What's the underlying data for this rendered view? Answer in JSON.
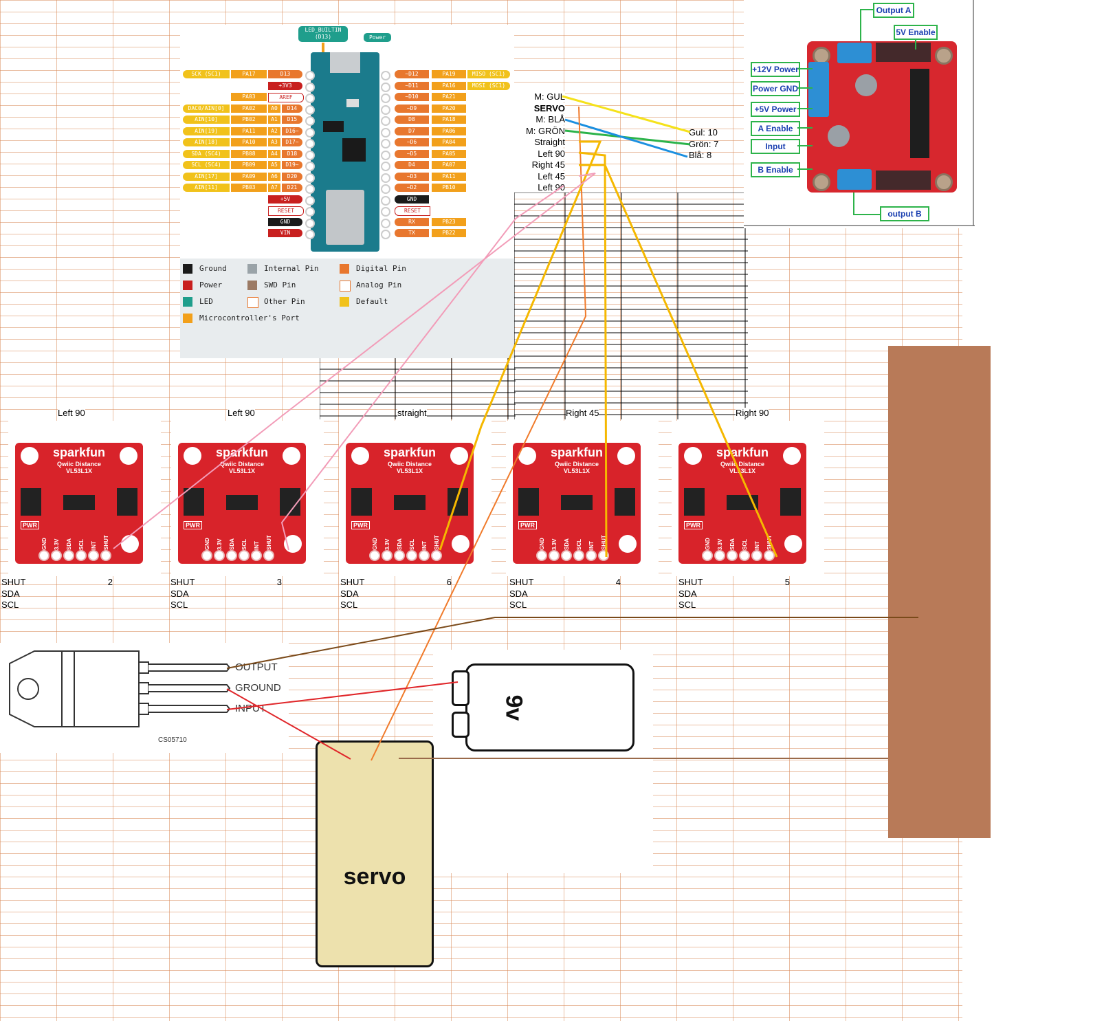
{
  "pinout": {
    "led_builtin": "LED_BUILTIN\n(D13)",
    "power_tag": "Power",
    "left_pins": [
      {
        "func": "SCK (SC1)",
        "port": "PA17",
        "pin": "D13",
        "alt": ""
      },
      {
        "func": "",
        "port": "",
        "pin": "+3V3",
        "alt": ""
      },
      {
        "func": "",
        "port": "PA03",
        "pin": "AREF",
        "alt": ""
      },
      {
        "func": "DAC0/AIN[0]",
        "port": "PA02",
        "pin": "D14",
        "alt": "A0"
      },
      {
        "func": "AIN[10]",
        "port": "PB02",
        "pin": "D15",
        "alt": "A1"
      },
      {
        "func": "AIN[19]",
        "port": "PA11",
        "pin": "D16~",
        "alt": "A2"
      },
      {
        "func": "AIN[18]",
        "port": "PA10",
        "pin": "D17~",
        "alt": "A3"
      },
      {
        "func": "SDA (SC4)",
        "port": "PB08",
        "pin": "D18",
        "alt": "A4"
      },
      {
        "func": "SCL (SC4)",
        "port": "PB09",
        "pin": "D19~",
        "alt": "A5"
      },
      {
        "func": "AIN[17]",
        "port": "PA09",
        "pin": "D20",
        "alt": "A6"
      },
      {
        "func": "AIN[11]",
        "port": "PB03",
        "pin": "D21",
        "alt": "A7"
      },
      {
        "func": "",
        "port": "",
        "pin": "+5V",
        "alt": ""
      },
      {
        "func": "",
        "port": "",
        "pin": "RESET",
        "alt": ""
      },
      {
        "func": "",
        "port": "",
        "pin": "GND",
        "alt": ""
      },
      {
        "func": "",
        "port": "",
        "pin": "VIN",
        "alt": ""
      }
    ],
    "right_pins": [
      {
        "pin": "~D12",
        "port": "PA19",
        "func": "MISO (SC1)"
      },
      {
        "pin": "~D11",
        "port": "PA16",
        "func": "MOSI (SC1)"
      },
      {
        "pin": "~D10",
        "port": "PA21",
        "func": ""
      },
      {
        "pin": "~D9",
        "port": "PA20",
        "func": ""
      },
      {
        "pin": "D8",
        "port": "PA18",
        "func": ""
      },
      {
        "pin": "D7",
        "port": "PA06",
        "func": ""
      },
      {
        "pin": "~D6",
        "port": "PA04",
        "func": ""
      },
      {
        "pin": "~D5",
        "port": "PA05",
        "func": ""
      },
      {
        "pin": "D4",
        "port": "PA07",
        "func": ""
      },
      {
        "pin": "~D3",
        "port": "PA11",
        "func": ""
      },
      {
        "pin": "~D2",
        "port": "PB10",
        "func": ""
      },
      {
        "pin": "GND",
        "port": "",
        "func": ""
      },
      {
        "pin": "RESET",
        "port": "",
        "func": ""
      },
      {
        "pin": "RX",
        "port": "PB23",
        "func": ""
      },
      {
        "pin": "TX",
        "port": "PB22",
        "func": ""
      }
    ],
    "legend": [
      {
        "label": "Ground",
        "color": "#1a1a1a"
      },
      {
        "label": "Internal Pin",
        "color": "#9aa3a8"
      },
      {
        "label": "Digital Pin",
        "color": "#e8772e"
      },
      {
        "label": "Power",
        "color": "#c8201f"
      },
      {
        "label": "SWD Pin",
        "color": "#9b7a64"
      },
      {
        "label": "Analog Pin",
        "color": "#ffffff"
      },
      {
        "label": "LED",
        "color": "#1f9e8c"
      },
      {
        "label": "Other Pin",
        "color": "#ffffff"
      },
      {
        "label": "Default",
        "color": "#f1c21b"
      },
      {
        "label": "Microcontroller's Port",
        "color": "#f2a01b"
      }
    ]
  },
  "spreadsheet": {
    "wire_labels": [
      "M: GUL",
      "SERVO",
      "M: BLÅ",
      "M: GRÖN",
      "Straight",
      "Left 90",
      "Right 45",
      "Left 45",
      "Left 90"
    ],
    "motor_pins": [
      "Gul: 10",
      "Grön: 7",
      "Blå: 8"
    ],
    "sensor_headers": [
      "Left 90",
      "Left 90",
      "straight",
      "Right 45",
      "Right 90"
    ],
    "sensor_rows": [
      {
        "shut": "SHUT",
        "num": "2",
        "sda": "SDA",
        "scl": "SCL"
      },
      {
        "shut": "SHUT",
        "num": "3",
        "sda": "SDA",
        "scl": "SCL"
      },
      {
        "shut": "SHUT",
        "num": "6",
        "sda": "SDA",
        "scl": "SCL"
      },
      {
        "shut": "SHUT",
        "num": "4",
        "sda": "SDA",
        "scl": "SCL"
      },
      {
        "shut": "SHUT",
        "num": "5",
        "sda": "SDA",
        "scl": "SCL"
      }
    ]
  },
  "sensor_board": {
    "brand": "sparkfun",
    "line1": "Qwiic Distance",
    "line2": "VL53L1X",
    "pwr": "PWR",
    "pins": [
      "GND",
      "3.3V",
      "SDA",
      "SCL",
      "INT",
      "SHUT"
    ]
  },
  "driver": {
    "labels": [
      "Output A",
      "5V Enable",
      "+12V Power",
      "Power GND",
      "+5V Power",
      "A Enable",
      "Input",
      "B Enable",
      "output B"
    ]
  },
  "regulator": {
    "pins": [
      "OUTPUT",
      "GROUND",
      "INPUT"
    ],
    "code": "CS05710"
  },
  "battery": {
    "label": "9v"
  },
  "servo": {
    "label": "servo"
  },
  "colors": {
    "grid": "#d98a5a",
    "board_red": "#d8232a",
    "servo_fill": "#ede1ad",
    "brown_block": "#b87a58",
    "wire_yellow": "#f5c518",
    "wire_pink": "#f29cb8",
    "wire_red": "#e0262a",
    "wire_orange": "#f07a2a",
    "wire_blue": "#1a8fe0",
    "wire_green": "#2bb34a",
    "wire_brown": "#7a4a1a"
  }
}
